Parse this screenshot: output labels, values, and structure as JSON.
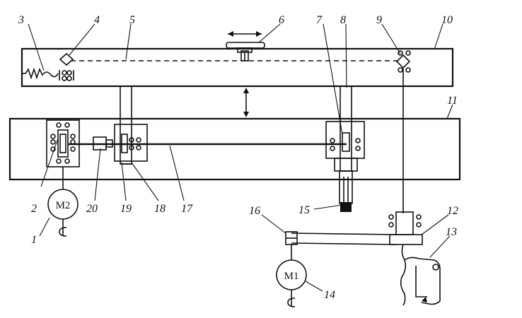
{
  "labels": {
    "n1": "1",
    "n2": "2",
    "n3": "3",
    "n4": "4",
    "n5": "5",
    "n6": "6",
    "n7": "7",
    "n8": "8",
    "n9": "9",
    "n10": "10",
    "n11": "11",
    "n12": "12",
    "n13": "13",
    "n14": "14",
    "n15": "15",
    "n16": "16",
    "n17": "17",
    "n18": "18",
    "n19": "19",
    "n20": "20"
  },
  "motors": {
    "m1": "M1",
    "m2": "M2"
  }
}
